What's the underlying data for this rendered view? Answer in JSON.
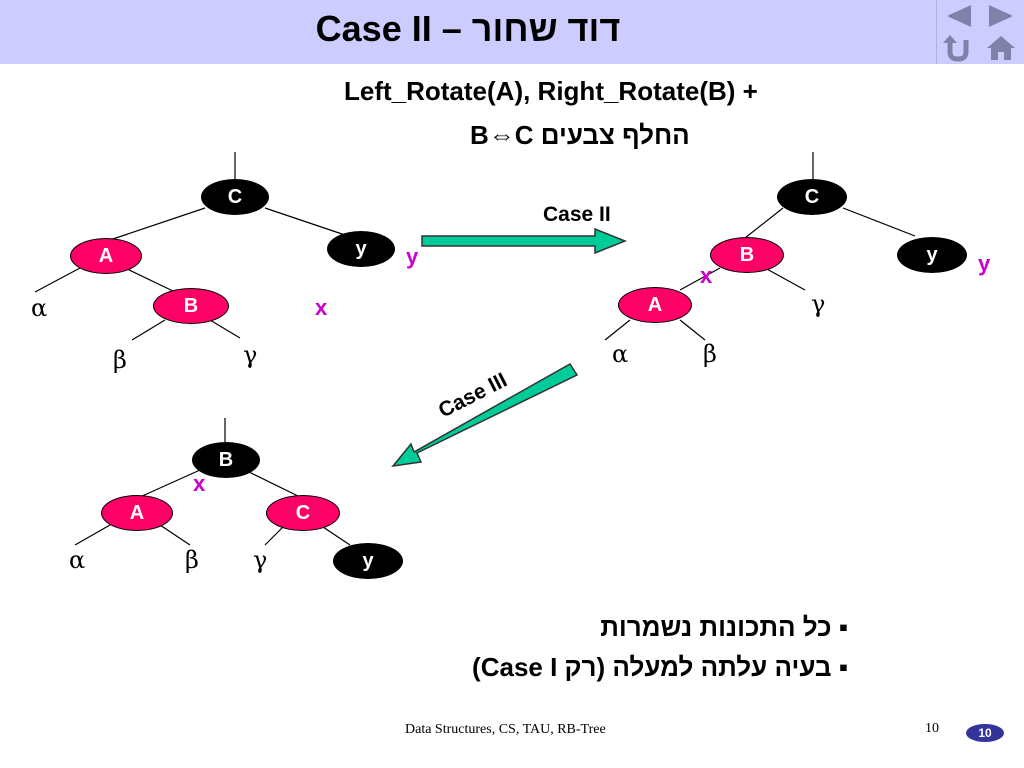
{
  "title": "Case II – דוד שחור",
  "header_line1": "Left_Rotate(A), Right_Rotate(B) +",
  "header_line2": "החלף צבעים B⇔C",
  "arrow1_label": "Case II",
  "arrow2_label": "Case III",
  "tree1": {
    "nodeC": "C",
    "nodeA": "A",
    "nodeB": "B",
    "nodeY": "y",
    "alpha": "α",
    "beta": "β",
    "gamma": "γ",
    "labelY": "y",
    "labelX": "x"
  },
  "tree2": {
    "nodeC": "C",
    "nodeB": "B",
    "nodeA": "A",
    "nodeY": "y",
    "alpha": "α",
    "beta": "β",
    "gamma": "γ",
    "labelY": "y",
    "labelX": "x"
  },
  "tree3": {
    "nodeB": "B",
    "nodeA": "A",
    "nodeC": "C",
    "nodeY": "y",
    "alpha": "α",
    "beta": "β",
    "gamma": "γ",
    "labelX": "x"
  },
  "bullets": [
    "כל התכונות נשמרות",
    "בעיה עלתה למעלה (רק Case I)"
  ],
  "bullet_mark": "▪",
  "footer": {
    "text": "Data Structures, CS, TAU, RB-Tree",
    "page": "10",
    "badge": "10"
  },
  "colors": {
    "title_bg": "#ccccff",
    "red_node": "#ff0066",
    "black_node": "#000000",
    "arrow": "#00cc99",
    "pointer_label": "#cc00cc",
    "badge": "#333399"
  }
}
